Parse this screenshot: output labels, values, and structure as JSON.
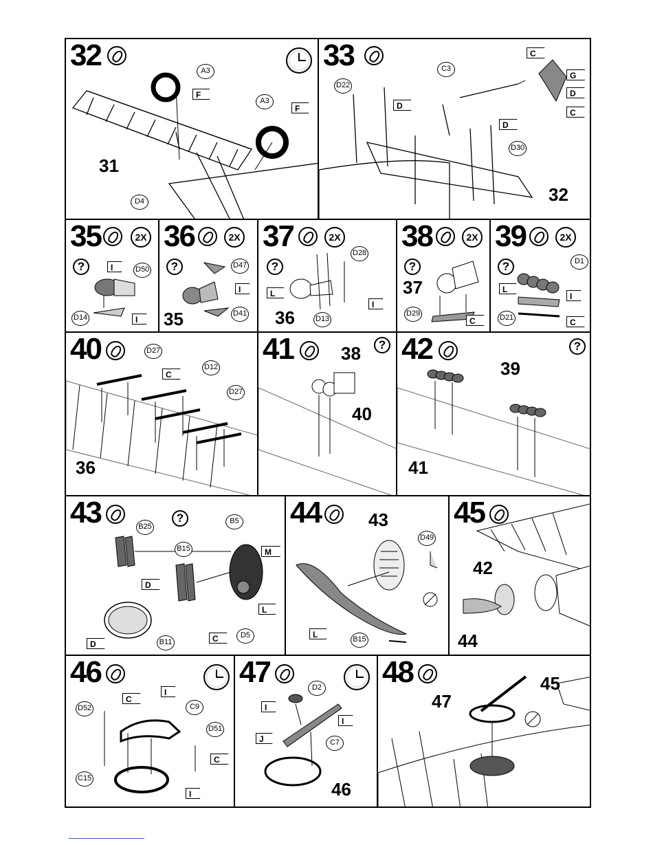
{
  "steps": [
    {
      "num": "32",
      "refs": [
        "A3",
        "A3",
        "D4"
      ],
      "tags": [
        "F",
        "F"
      ],
      "labels": [
        "31"
      ]
    },
    {
      "num": "33",
      "refs": [
        "D22",
        "C3",
        "D30"
      ],
      "tags": [
        "D",
        "D",
        "C",
        "G",
        "D",
        "C"
      ],
      "labels": [
        "32"
      ]
    },
    {
      "num": "35",
      "mult": "2X",
      "refs": [
        "D50",
        "D14"
      ],
      "tags": [
        "I",
        "I"
      ],
      "labels": []
    },
    {
      "num": "36",
      "mult": "2X",
      "refs": [
        "D47",
        "D41"
      ],
      "tags": [
        "I"
      ],
      "labels": [
        "35"
      ]
    },
    {
      "num": "37",
      "mult": "2X",
      "refs": [
        "D28",
        "D13"
      ],
      "tags": [
        "L",
        "I"
      ],
      "labels": [
        "36"
      ]
    },
    {
      "num": "38",
      "mult": "2X",
      "refs": [
        "D29"
      ],
      "tags": [
        "C"
      ],
      "labels": [
        "37"
      ]
    },
    {
      "num": "39",
      "mult": "2X",
      "refs": [
        "D1",
        "D21"
      ],
      "tags": [
        "L",
        "I",
        "C"
      ],
      "labels": []
    },
    {
      "num": "40",
      "refs": [
        "D27",
        "D12",
        "D27"
      ],
      "tags": [
        "C"
      ],
      "labels": [
        "36"
      ]
    },
    {
      "num": "41",
      "refs": [],
      "tags": [],
      "labels": [
        "38",
        "40"
      ]
    },
    {
      "num": "42",
      "refs": [],
      "tags": [],
      "labels": [
        "39",
        "41"
      ]
    },
    {
      "num": "43",
      "refs": [
        "B25",
        "B5",
        "B15",
        "D5",
        "B11"
      ],
      "tags": [
        "M",
        "D",
        "L",
        "C",
        "D"
      ],
      "labels": []
    },
    {
      "num": "44",
      "refs": [
        "D49",
        "B15"
      ],
      "tags": [
        "L"
      ],
      "labels": [
        "43"
      ]
    },
    {
      "num": "45",
      "refs": [],
      "tags": [],
      "labels": [
        "42",
        "44"
      ]
    },
    {
      "num": "46",
      "refs": [
        "D52",
        "C9",
        "D51",
        "C15"
      ],
      "tags": [
        "C",
        "I",
        "C",
        "I"
      ],
      "labels": []
    },
    {
      "num": "47",
      "refs": [
        "D2",
        "C7"
      ],
      "tags": [
        "I",
        "I",
        "J"
      ],
      "labels": [
        "46"
      ]
    },
    {
      "num": "48",
      "refs": [],
      "tags": [],
      "labels": [
        "47",
        "45"
      ]
    }
  ],
  "symbols": {
    "question": "?",
    "glue": "glue-icon",
    "clock": "clock-icon",
    "no_glue": "no-glue-icon"
  }
}
